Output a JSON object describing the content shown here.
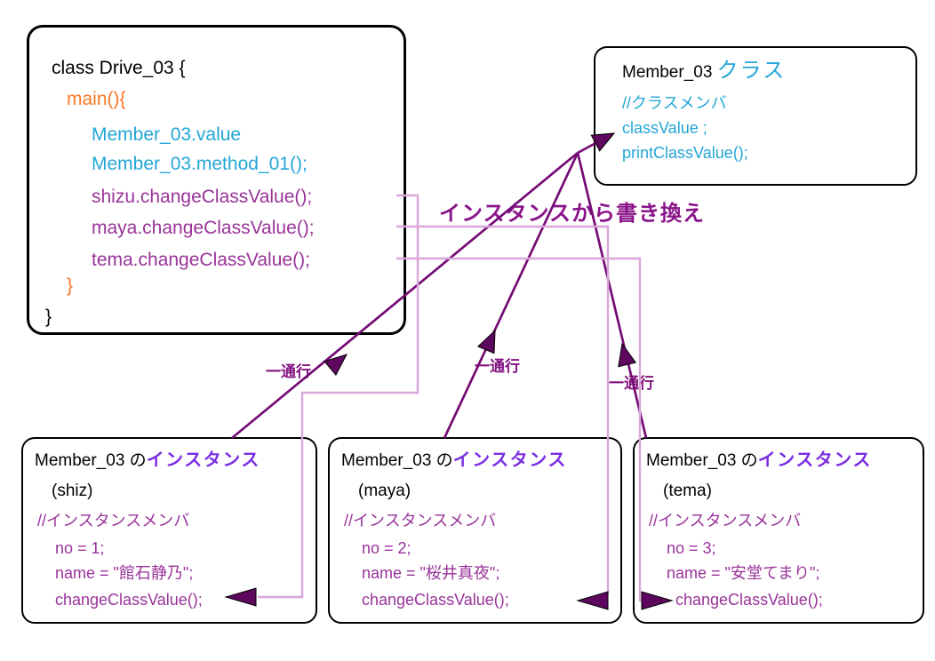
{
  "palette": {
    "orange": "#F87825",
    "cyan": "#24A6D6",
    "code_purple": "#993399",
    "instance_violet": "#7A2DE2",
    "arrow_purple": "#750B75",
    "arrowhead_purple": "#5E075E",
    "connector_pink": "#D9A6DA",
    "annotation_purple": "#8A1489",
    "black": "#000000"
  },
  "driver_box": {
    "lines": [
      {
        "text": "class Drive_03 {",
        "color": "black"
      },
      {
        "text": "main(){",
        "color": "orange"
      },
      {
        "text": "Member_03.value",
        "color": "cyan"
      },
      {
        "text": "Member_03.method_01();",
        "color": "cyan"
      },
      {
        "text": "shizu.changeClassValue();",
        "color": "purple"
      },
      {
        "text": "maya.changeClassValue();",
        "color": "purple"
      },
      {
        "text": "tema.changeClassValue();",
        "color": "purple"
      },
      {
        "text": "}",
        "color": "orange"
      },
      {
        "text": "}",
        "color": "black"
      }
    ]
  },
  "class_box": {
    "title_name": "Member_03 ",
    "title_suffix": "クラス",
    "comment": "//クラスメンバ",
    "member1": "classValue ;",
    "member2": "printClassValue();"
  },
  "annotation": "インスタンスから書き換え",
  "one_way_label": "一通行",
  "instance_boxes": [
    {
      "title_name": "Member_03 の",
      "title_suffix": "インスタンス",
      "var_name": "(shiz)",
      "comment": "//インスタンスメンバ",
      "no_line": "no = 1;",
      "name_line": "name = \"館石静乃\";",
      "method_line": "changeClassValue();"
    },
    {
      "title_name": "Member_03 の",
      "title_suffix": "インスタンス",
      "var_name": "(maya)",
      "comment": "//インスタンスメンバ",
      "no_line": "no = 2;",
      "name_line": "name = \"桜井真夜\";",
      "method_line": "changeClassValue();"
    },
    {
      "title_name": "Member_03 の",
      "title_suffix": "インスタンス",
      "var_name": "(tema)",
      "comment": "//インスタンスメンバ",
      "no_line": "no = 3;",
      "name_line": "name = \"安堂てまり\";",
      "method_line": "changeClassValue();"
    }
  ]
}
